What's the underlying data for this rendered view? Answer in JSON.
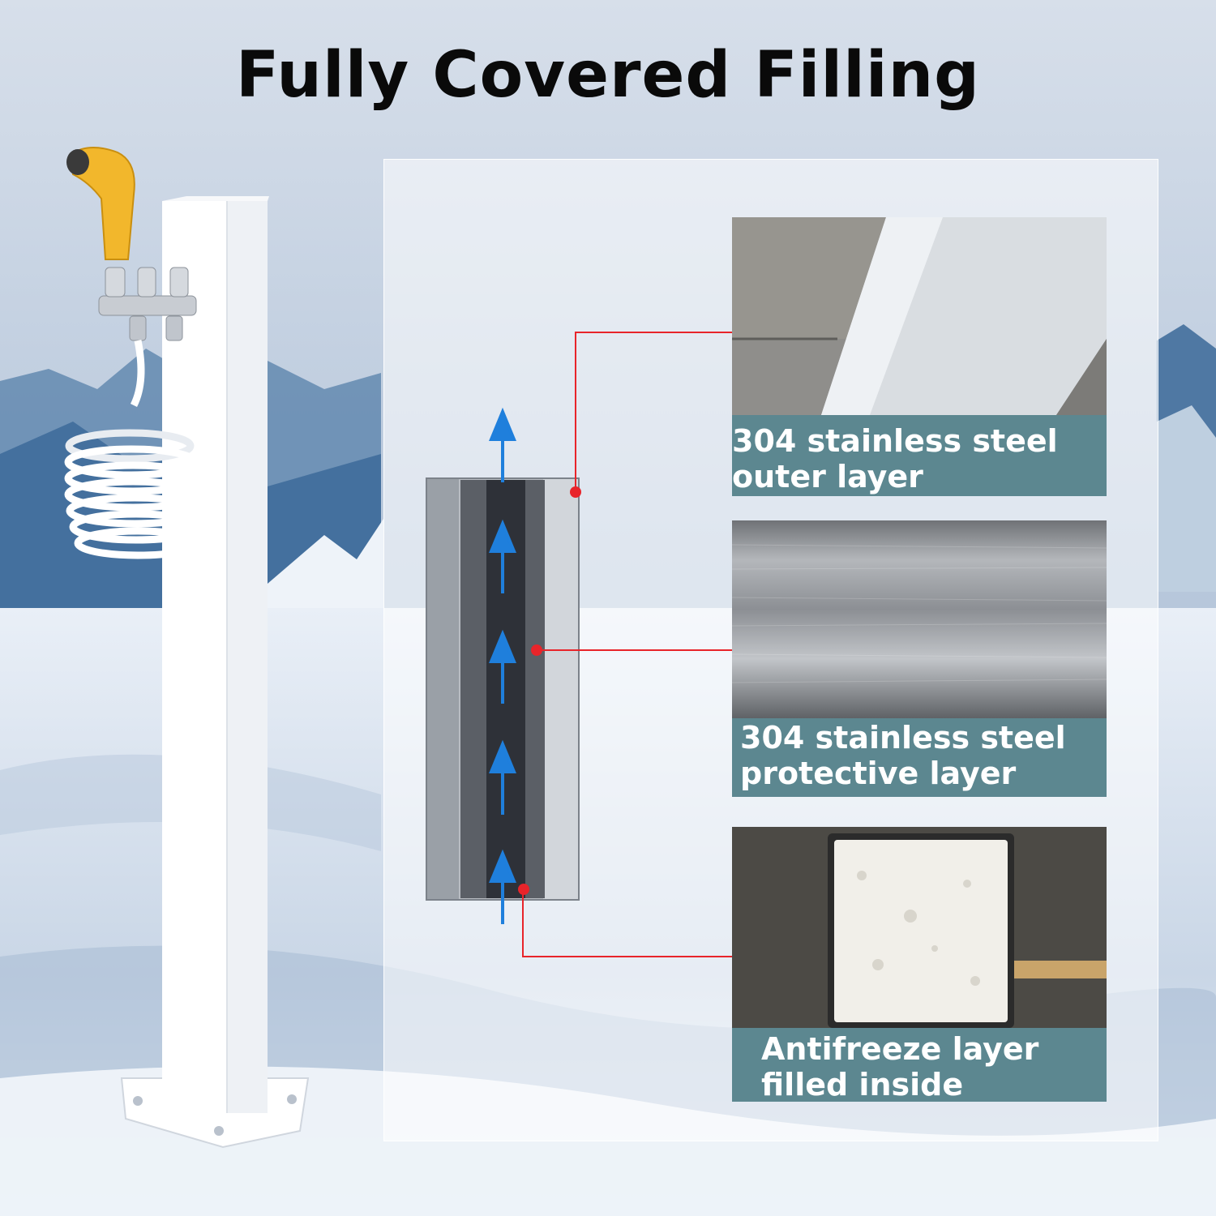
{
  "title": "Fully Covered Filling",
  "layers": [
    {
      "label": "304 stainless steel\nouter layer",
      "photo_icon": "steel-pipe-corner-photo"
    },
    {
      "label": "304 stainless steel\nprotective layer",
      "photo_icon": "brushed-steel-photo"
    },
    {
      "label": "Antifreeze layer\nfilled inside",
      "photo_icon": "foam-cross-section-photo"
    }
  ],
  "colors": {
    "caption_bg": "#5c8790",
    "callout_line": "#e8242a",
    "flow_arrow": "#1f7fdc",
    "sky": "#b9c9dc",
    "snow": "#e8eef6"
  }
}
